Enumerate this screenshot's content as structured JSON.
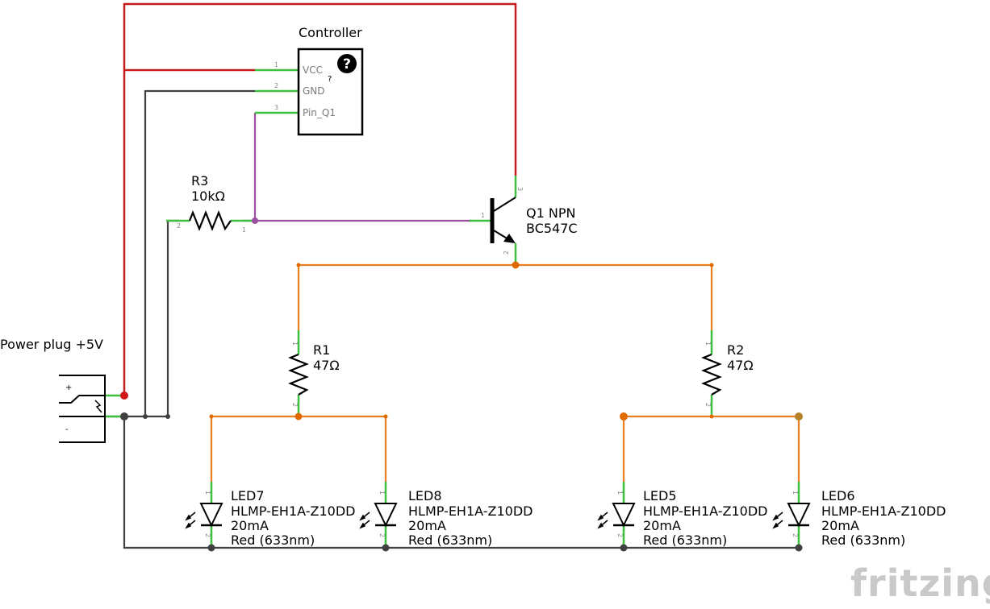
{
  "colors": {
    "power_wire": "#c41b1b",
    "ground_wire": "#404040",
    "signal_wire": "#9b4fa0",
    "led_wire": "#e9801d",
    "pin_leg": "#3fbf3f",
    "junction_red": "#d01818",
    "junction_orange": "#e06a00",
    "junction_gray": "#404040",
    "junction_purple": "#9b4fa0",
    "watermark": "#c9c9c9"
  },
  "controller": {
    "title": "Controller",
    "pins": [
      {
        "number": "1",
        "name": "VCC"
      },
      {
        "number": "2",
        "name": "GND"
      },
      {
        "number": "3",
        "name": "Pin_Q1"
      }
    ],
    "help_glyph": "?",
    "unknown_mark": "?"
  },
  "power_plug": {
    "label": "Power plug +5V",
    "plus_sign": "+",
    "minus_sign": "-"
  },
  "r3": {
    "ref": "R3",
    "value": "10kΩ",
    "pin_a": "2",
    "pin_b": "1"
  },
  "q1": {
    "ref": "Q1 NPN",
    "part": "BC547C",
    "pin_base": "1",
    "pin_collector": "3",
    "pin_emitter": "2"
  },
  "r1": {
    "ref": "R1",
    "value": "47Ω",
    "pin_top": "1",
    "pin_bottom": "2"
  },
  "r2": {
    "ref": "R2",
    "value": "47Ω",
    "pin_top": "1",
    "pin_bottom": "2"
  },
  "leds": [
    {
      "ref": "LED7",
      "part": "HLMP-EH1A-Z10DD",
      "current": "20mA",
      "color": "Red (633nm)",
      "pin_top": "1",
      "pin_bottom": "2"
    },
    {
      "ref": "LED8",
      "part": "HLMP-EH1A-Z10DD",
      "current": "20mA",
      "color": "Red (633nm)",
      "pin_top": "1",
      "pin_bottom": "2"
    },
    {
      "ref": "LED5",
      "part": "HLMP-EH1A-Z10DD",
      "current": "20mA",
      "color": "Red (633nm)",
      "pin_top": "1",
      "pin_bottom": "2"
    },
    {
      "ref": "LED6",
      "part": "HLMP-EH1A-Z10DD",
      "current": "20mA",
      "color": "Red (633nm)",
      "pin_top": "1",
      "pin_bottom": "2"
    }
  ],
  "watermark": "fritzing"
}
